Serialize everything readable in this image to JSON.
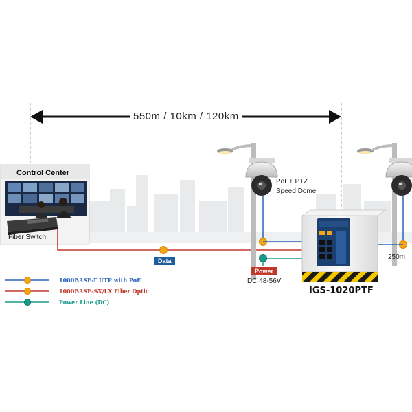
{
  "distance_span": "550m / 10km / 120km",
  "control_center": {
    "title": "Control Center",
    "switch_label": "Fiber Switch"
  },
  "camera": {
    "label_line1": "PoE+ PTZ",
    "label_line2": "Speed Dome"
  },
  "remote_distance": "250m",
  "tags": {
    "data": "Data",
    "power": "Power"
  },
  "power_input": "DC 48-56V",
  "device_model": "IGS-1020PTF",
  "legend": [
    {
      "label": "1000BASE-T UTP with PoE",
      "color": "#2a62b8",
      "marker": "PoE"
    },
    {
      "label": "1000BASE-SX/LX Fiber Optic",
      "color": "#c0392b",
      "marker": "SFP"
    },
    {
      "label": "Power Line (DC)",
      "color": "#1a9a8a",
      "marker": "DC"
    }
  ],
  "colors": {
    "poe": "#2a62b8",
    "fiber": "#c0392b",
    "power": "#1a9a8a",
    "marker": "#f2a516"
  }
}
